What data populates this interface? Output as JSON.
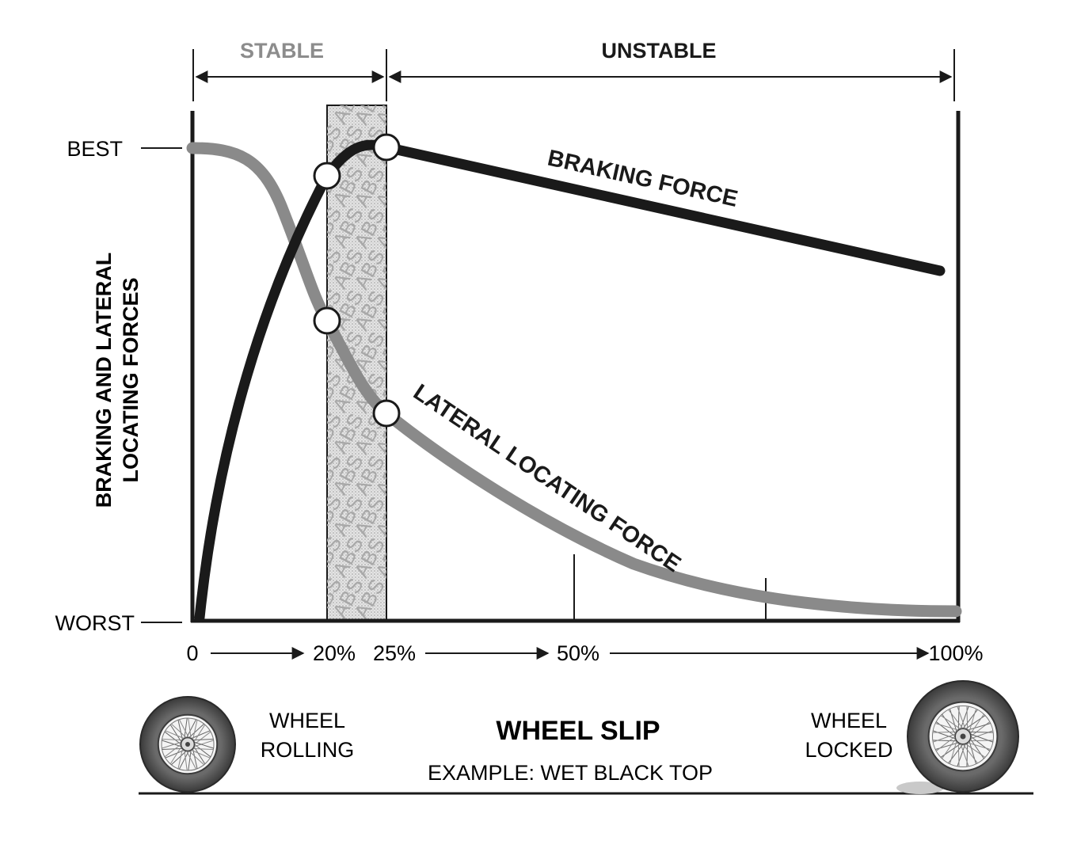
{
  "diagram": {
    "regions": {
      "stable": "STABLE",
      "unstable": "UNSTABLE"
    },
    "y_axis": {
      "label_line1": "BRAKING AND LATERAL",
      "label_line2": "LOCATING FORCES",
      "top_label": "BEST",
      "bottom_label": "WORST"
    },
    "x_axis": {
      "ticks": [
        "0",
        "20%",
        "25%",
        "50%",
        "100%"
      ],
      "title": "WHEEL SLIP",
      "subtitle": "EXAMPLE: WET BLACK TOP"
    },
    "wheels": {
      "left": {
        "line1": "WHEEL",
        "line2": "ROLLING"
      },
      "right": {
        "line1": "WHEEL",
        "line2": "LOCKED"
      }
    },
    "abs_band": {
      "text": "ABS",
      "from_percent": 20,
      "to_percent": 25
    },
    "curves": {
      "braking": {
        "label": "BRAKING FORCE",
        "color": "#1a1a1a"
      },
      "lateral": {
        "label": "LATERAL LOCATING FORCE",
        "color": "#8a8a8a"
      }
    }
  }
}
